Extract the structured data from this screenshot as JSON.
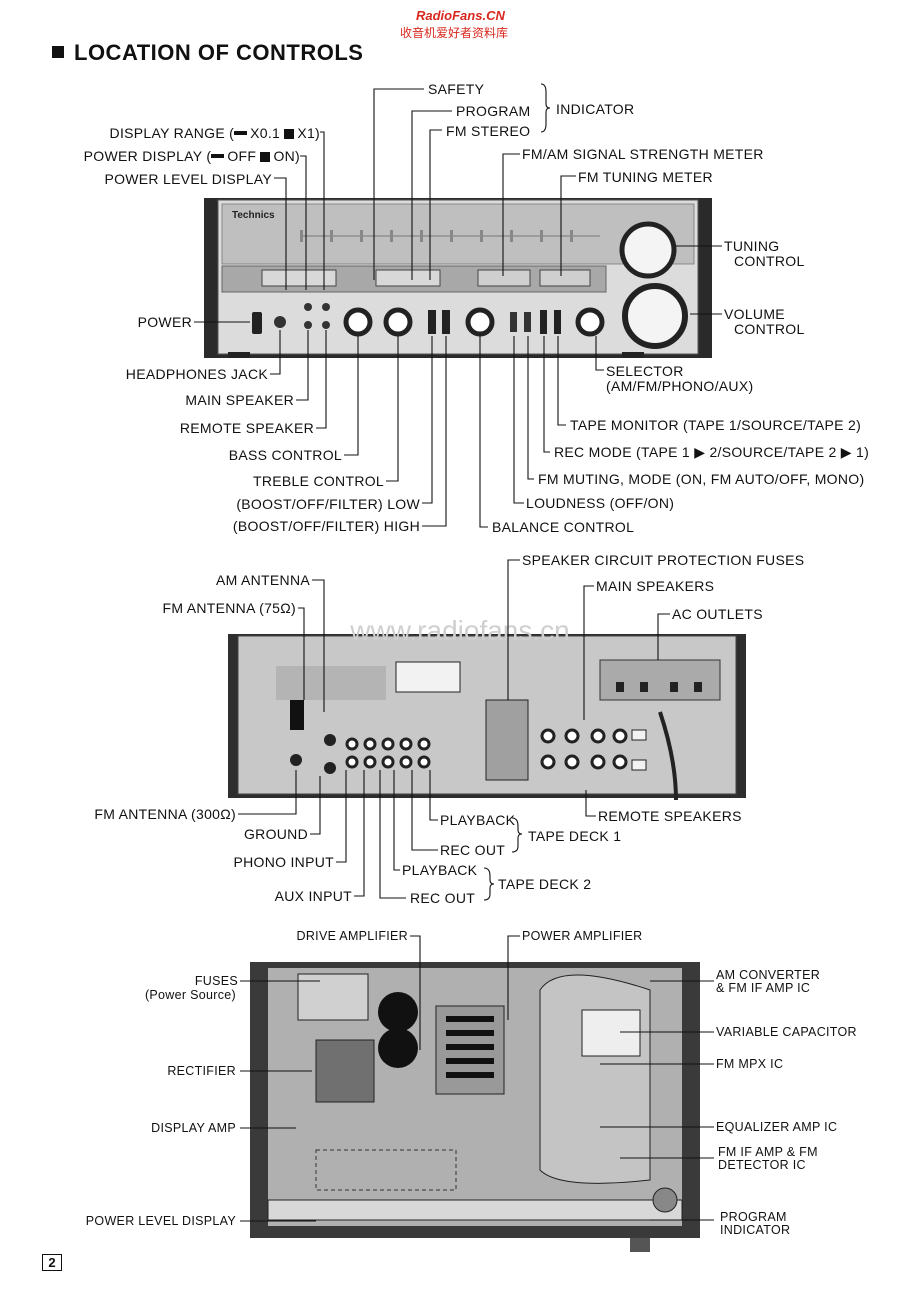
{
  "header": {
    "site": "RadioFans.CN",
    "site_cn": "收音机爱好者资料库",
    "watermark": "www.radiofans.cn"
  },
  "title": "LOCATION OF CONTROLS",
  "page_number": "2",
  "front": {
    "indicator_group": {
      "label": "INDICATOR",
      "items": [
        "SAFETY",
        "PROGRAM",
        "FM STEREO"
      ]
    },
    "top_left": [
      {
        "pre": "DISPLAY RANGE (",
        "a": "X0.1",
        "b": "X1)"
      },
      {
        "pre": "POWER DISPLAY (",
        "a": "OFF",
        "b": "ON)"
      },
      {
        "text": "POWER LEVEL DISPLAY"
      }
    ],
    "top_right": [
      "FM/AM SIGNAL STRENGTH METER",
      "FM TUNING METER"
    ],
    "right": [
      {
        "line1": "TUNING",
        "line2": "CONTROL"
      },
      {
        "line1": "VOLUME",
        "line2": "CONTROL"
      },
      {
        "line1": "SELECTOR",
        "line2": "(AM/FM/PHONO/AUX)"
      }
    ],
    "left": [
      "POWER",
      "HEADPHONES JACK",
      "MAIN SPEAKER",
      "REMOTE SPEAKER",
      "BASS CONTROL",
      "TREBLE CONTROL",
      "(BOOST/OFF/FILTER) LOW",
      "(BOOST/OFF/FILTER) HIGH"
    ],
    "bottom_right": [
      "TAPE MONITOR (TAPE 1/SOURCE/TAPE 2)",
      "REC MODE (TAPE 1 ▶ 2/SOURCE/TAPE 2 ▶ 1)",
      "FM MUTING, MODE (ON, FM AUTO/OFF, MONO)",
      "LOUDNESS (OFF/ON)",
      "BALANCE CONTROL"
    ],
    "device": {
      "brand": "Technics"
    }
  },
  "rear": {
    "top": [
      "SPEAKER CIRCUIT PROTECTION FUSES",
      "MAIN SPEAKERS",
      "AC OUTLETS"
    ],
    "left": [
      "AM ANTENNA",
      "FM ANTENNA (75Ω)",
      "FM ANTENNA (300Ω)",
      "GROUND",
      "PHONO INPUT",
      "AUX INPUT"
    ],
    "tape_deck_1": {
      "label": "TAPE DECK 1",
      "items": [
        "PLAYBACK",
        "REC OUT"
      ]
    },
    "tape_deck_2": {
      "label": "TAPE DECK 2",
      "items": [
        "PLAYBACK",
        "REC OUT"
      ]
    },
    "right": [
      "REMOTE SPEAKERS"
    ]
  },
  "internal": {
    "top": [
      "DRIVE AMPLIFIER",
      "POWER AMPLIFIER"
    ],
    "left": [
      {
        "line1": "FUSES",
        "line2": "(Power Source)"
      },
      {
        "line1": "RECTIFIER"
      },
      {
        "line1": "DISPLAY AMP"
      },
      {
        "line1": "POWER LEVEL DISPLAY"
      }
    ],
    "right": [
      {
        "line1": "AM CONVERTER",
        "line2": "& FM IF AMP IC"
      },
      {
        "line1": "VARIABLE CAPACITOR"
      },
      {
        "line1": "FM MPX IC"
      },
      {
        "line1": "EQUALIZER AMP IC"
      },
      {
        "line1": "FM IF AMP & FM",
        "line2": "DETECTOR IC"
      },
      {
        "line1": "PROGRAM",
        "line2": "INDICATOR"
      }
    ]
  }
}
